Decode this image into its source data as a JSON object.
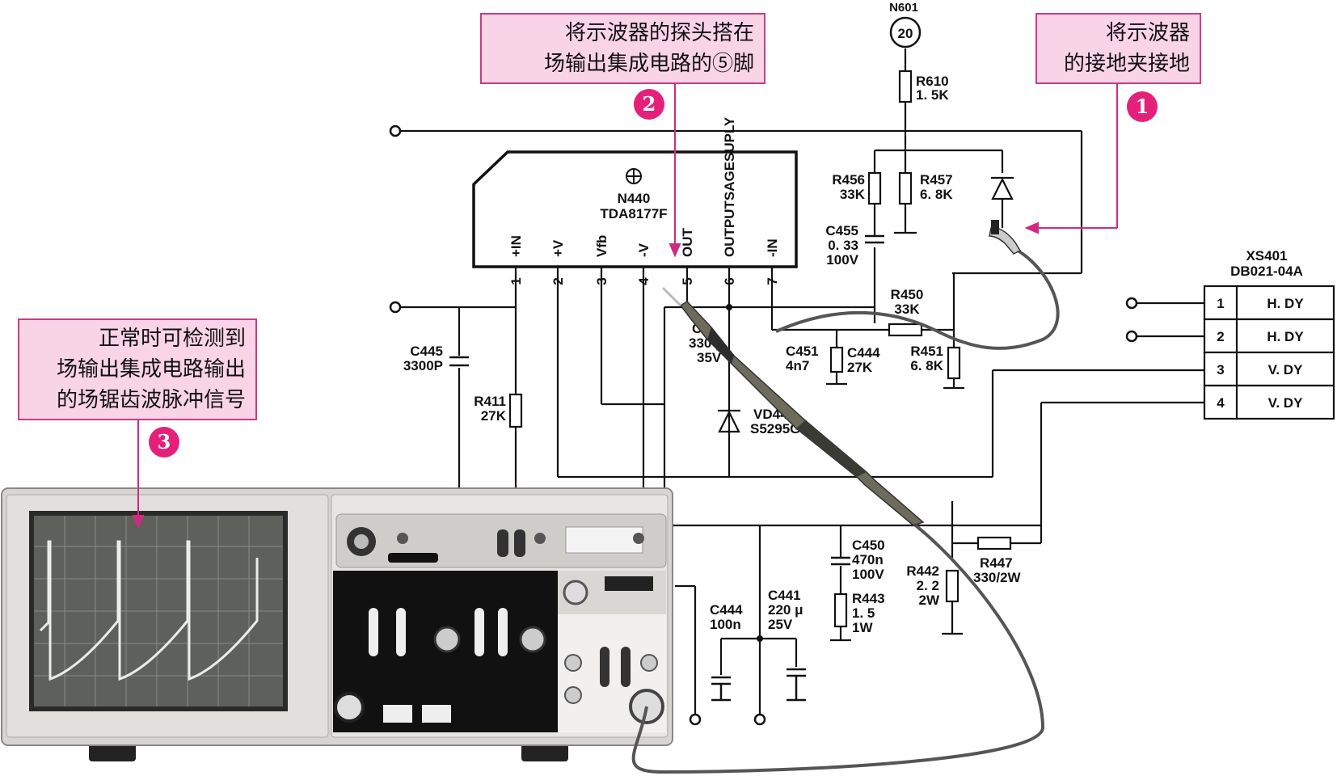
{
  "callouts": [
    {
      "id": "1",
      "lines": [
        "将示波器",
        "的接地夹接地"
      ]
    },
    {
      "id": "2",
      "lines": [
        "将示波器的探头搭在",
        "场输出集成电路的⑤脚"
      ]
    },
    {
      "id": "3",
      "lines": [
        "正常时可检测到",
        "场输出集成电路输出",
        "的场锯齿波脉冲信号"
      ]
    }
  ],
  "badges": [
    "1",
    "2",
    "3"
  ],
  "ic": {
    "ref": "N440",
    "part": "TDA8177F",
    "pins": [
      {
        "num": "1",
        "name": "+IN"
      },
      {
        "num": "2",
        "name": "+V"
      },
      {
        "num": "3",
        "name": "Vfb"
      },
      {
        "num": "4",
        "name": "-V"
      },
      {
        "num": "5",
        "name": "OUT"
      },
      {
        "num": "6",
        "name": "OUTPUTSAGESUPLY"
      },
      {
        "num": "7",
        "name": "-IN"
      }
    ]
  },
  "connector": {
    "ref": "XS401",
    "part": "DB021-04A",
    "rows": [
      {
        "num": "1",
        "name": "H. DY"
      },
      {
        "num": "2",
        "name": "H. DY"
      },
      {
        "num": "3",
        "name": "V. DY"
      },
      {
        "num": "4",
        "name": "V. DY"
      }
    ]
  },
  "components": {
    "n601": "N601",
    "n601_pin": "20",
    "r610": [
      "R610",
      "1. 5K"
    ],
    "r456": [
      "R456",
      "33K"
    ],
    "r457": [
      "R457",
      "6. 8K"
    ],
    "c455": [
      "C455",
      "0. 33",
      "100V"
    ],
    "r450": [
      "R450",
      "33K"
    ],
    "r451": [
      "R451",
      "6. 8K"
    ],
    "c444a": [
      "C444",
      "27K"
    ],
    "c451": [
      "C451",
      "4n7"
    ],
    "c4xx": [
      "C4",
      "330 μ",
      "35V"
    ],
    "vd44": [
      "VD44",
      "S5295G"
    ],
    "c445": [
      "C445",
      "3300P"
    ],
    "r411": [
      "R411",
      "27K"
    ],
    "c450": [
      "C450",
      "470n",
      "100V"
    ],
    "r443": [
      "R443",
      "1. 5",
      "1W"
    ],
    "r442": [
      "R442",
      "2. 2",
      "2W"
    ],
    "r447": [
      "R447",
      "330/2W"
    ],
    "c444b": [
      "C444",
      "100n"
    ],
    "c441": [
      "C441",
      "220 μ",
      "25V"
    ]
  }
}
